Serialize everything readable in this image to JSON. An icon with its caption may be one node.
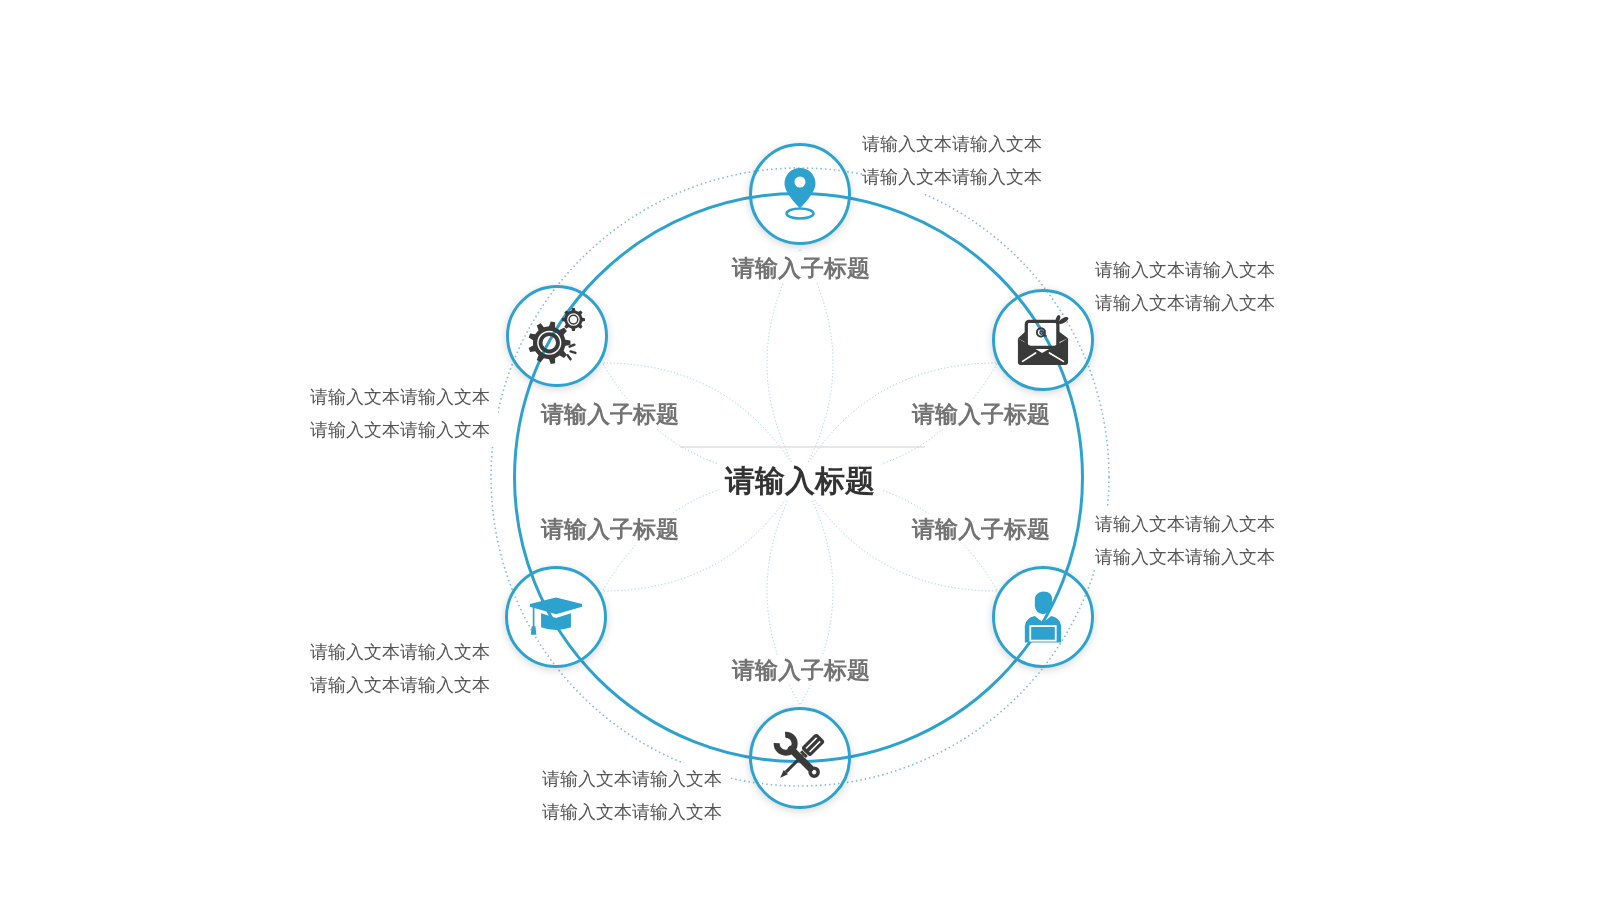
{
  "diagram": {
    "title": "请输入标题",
    "nodes": [
      {
        "text": [
          "请输入子标题"
        ],
        "beside": [
          "请输入文本请输入文本请输入文本请输入文本"
        ]
      },
      {
        "text": [
          "请输入子标题"
        ],
        "beside": [
          "请输入文本请输入文本请输入文本请输入文本"
        ]
      },
      {
        "text": [
          "请输入子标题"
        ],
        "beside": [
          "请输入文本请输入文本请输入文本请输入文本"
        ]
      },
      {
        "text": [
          "请输入子标题"
        ],
        "beside": [
          "请输入文本请输入文本请输入文本请输入文本"
        ]
      },
      {
        "text": [
          "请输入子标题"
        ],
        "beside": [
          "请输入文本请输入文本请输入文本请输入文本"
        ]
      },
      {
        "text": [
          "请输入子标题"
        ],
        "beside": [
          "请输入文本请输入文本请输入文本请输入文本"
        ]
      }
    ]
  }
}
